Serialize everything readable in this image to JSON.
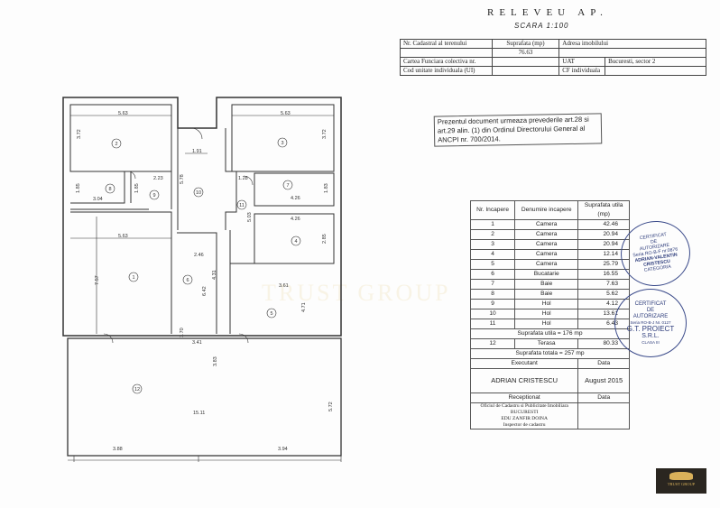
{
  "header": {
    "title": "RELEVEU AP.",
    "scale": "SCARA 1:100"
  },
  "info_table": {
    "cadastral_label": "Nr. Cadastral al terenului",
    "area_label": "Suprafata (mp)",
    "area_value": "76.63",
    "address_label": "Adresa imobilului",
    "carte_label": "Cartea Funciara colectiva nr.",
    "uat_label": "UAT",
    "uat_value": "Bucuresti, sector 2",
    "cod_label": "Cod unitate individuala (UI)",
    "cf_label": "CF individuala"
  },
  "notice": "Prezentul document urmeaza prevederile art.28 si art.29 alin. (1) din Ordinul Directorului General al ANCPI nr. 700/2014.",
  "room_table": {
    "headers": [
      "Nr. Incapere",
      "Denumire incapere",
      "Suprafata utila (mp)"
    ],
    "rows": [
      [
        "1",
        "Camera",
        "42.46"
      ],
      [
        "2",
        "Camera",
        "20.94"
      ],
      [
        "3",
        "Camera",
        "20.94"
      ],
      [
        "4",
        "Camera",
        "12.14"
      ],
      [
        "5",
        "Camera",
        "25.79"
      ],
      [
        "6",
        "Bucatarie",
        "16.55"
      ],
      [
        "7",
        "Baie",
        "7.63"
      ],
      [
        "8",
        "Baie",
        "5.62"
      ],
      [
        "9",
        "Hol",
        "4.12"
      ],
      [
        "10",
        "Hol",
        "13.61"
      ],
      [
        "11",
        "Hol",
        "6.43"
      ]
    ],
    "useful_total": "Suprafata utila = 176 mp",
    "terrace": [
      "12",
      "Terasa",
      "80.33"
    ],
    "grand_total": "Suprafata totala = 257 mp",
    "executant_label": "Executant",
    "data_label": "Data",
    "executant_name": "ADRIAN CRISTESCU",
    "executant_date": "August 2015",
    "receptionat_label": "Receptionat",
    "receptionat_data_label": "Data",
    "office": "Oficiul de Cadastru si Publicitate Imobiliara BUCURESTI",
    "inspector_name": "EDU ZANFIR DOINA",
    "inspector_role": "Inspector de cadastru"
  },
  "stamps": [
    {
      "line1": "CERTIFICAT",
      "line2": "DE",
      "line3": "AUTORIZARE",
      "line4": "Seria RO-B-F nr.0876",
      "line5": "ADRIAN-VALENTIN",
      "line6": "CRISTESCU",
      "line7": "CATEGORIA"
    },
    {
      "line1": "CERTIFICAT",
      "line2": "DE",
      "line3": "AUTORIZARE",
      "line4": "Seria RO-B-J Nr. 0127",
      "line5": "G.T. PROIECT",
      "line6": "S.R.L.",
      "line7": "CLASA III"
    }
  ],
  "logo": {
    "name": "TRUST GROUP"
  },
  "watermark": "TRUST GROUP",
  "plan": {
    "rooms": [
      "1",
      "2",
      "3",
      "4",
      "5",
      "6",
      "7",
      "8",
      "9",
      "10",
      "11",
      "12"
    ],
    "dims": [
      "5.63",
      "3.72",
      "5.63",
      "3.72",
      "1.91",
      "1.28",
      "2.23",
      "1.85",
      "3.04",
      "1.85",
      "5.78",
      "4.26",
      "1.83",
      "4.26",
      "5.03",
      "2.85",
      "5.63",
      "2.46",
      "4.31",
      "6.42",
      "7.57",
      "3.61",
      "4.71",
      "1.70",
      "3.41",
      "3.83",
      "5.72",
      "15.11",
      "3.88",
      "3.94"
    ]
  }
}
